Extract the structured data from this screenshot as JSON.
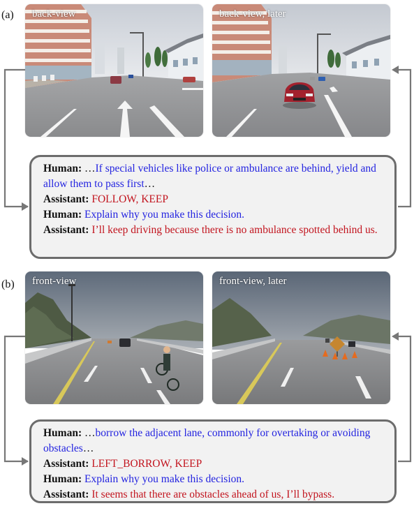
{
  "panel_a": {
    "letter": "(a)",
    "image_left_label": "back-view",
    "image_right_label": "back-view, later",
    "dialog": {
      "human1_speaker": "Human:",
      "human1_ellipsis_pre": "…",
      "human1_text": "If special vehicles like police or ambulance are behind, yield and allow them to pass first",
      "human1_ellipsis_post": "…",
      "assistant1_speaker": "Assistant:",
      "assistant1_text": "FOLLOW, KEEP",
      "human2_speaker": "Human:",
      "human2_text": "Explain why you make this decision.",
      "assistant2_speaker": "Assistant:",
      "assistant2_text": "I’ll keep driving because there is no ambulance spotted behind us."
    }
  },
  "panel_b": {
    "letter": "(b)",
    "image_left_label": "front-view",
    "image_right_label": "front-view, later",
    "dialog": {
      "human1_speaker": "Human:",
      "human1_ellipsis_pre": "…",
      "human1_text": "borrow the adjacent lane, commonly for overtaking or avoiding obstacles",
      "human1_ellipsis_post": "…",
      "assistant1_speaker": "Assistant:",
      "assistant1_text": "LEFT_BORROW, KEEP",
      "human2_speaker": "Human:",
      "human2_text": "Explain why you make this decision.",
      "assistant2_speaker": "Assistant:",
      "assistant2_text": "It seems that there are obstacles ahead of us, I’ll bypass."
    }
  },
  "colors": {
    "human": "#2323e0",
    "assistant": "#c2141e",
    "connector": "#777777",
    "dialog_border": "#6c6c6c",
    "dialog_fill": "#f2f2f2"
  }
}
